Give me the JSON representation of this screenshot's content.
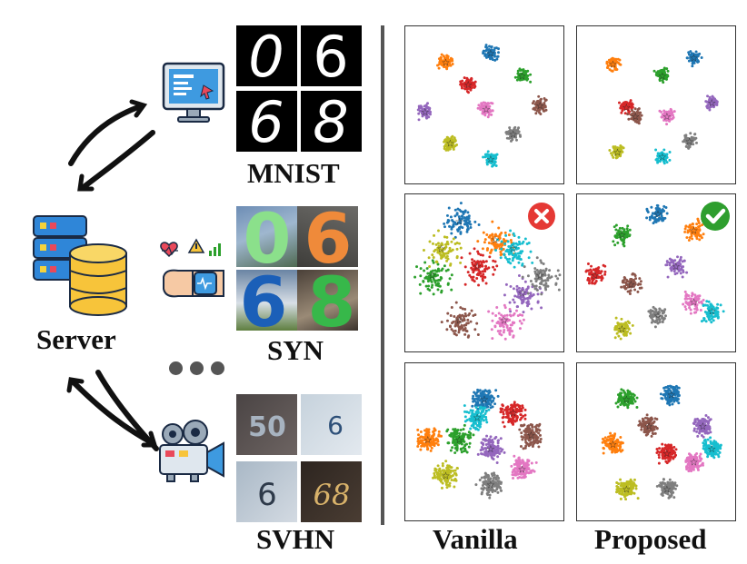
{
  "labels": {
    "server": "Server",
    "mnist": "MNIST",
    "syn": "SYN",
    "svhn": "SVHN",
    "vanilla": "Vanilla",
    "proposed": "Proposed"
  },
  "digits": {
    "mnist": [
      "0",
      "6",
      "6",
      "8"
    ],
    "syn": [
      "0",
      "6",
      "6",
      "8"
    ],
    "svhn": [
      "50",
      "6",
      "6",
      "68"
    ]
  },
  "icons": [
    "server-database-icon",
    "computer-monitor-icon",
    "smartwatch-health-icon",
    "video-camera-icon",
    "cross-mark-icon",
    "check-mark-icon",
    "ellipsis-icon"
  ],
  "colors": {
    "clusters": [
      "#1f77b4",
      "#ff7f0e",
      "#2ca02c",
      "#d62728",
      "#9467bd",
      "#8c564b",
      "#e377c2",
      "#7f7f7f",
      "#bcbd22",
      "#17becf"
    ],
    "cross_badge": "#e53935",
    "check_badge": "#2e9e2e",
    "divider": "#555555"
  }
}
